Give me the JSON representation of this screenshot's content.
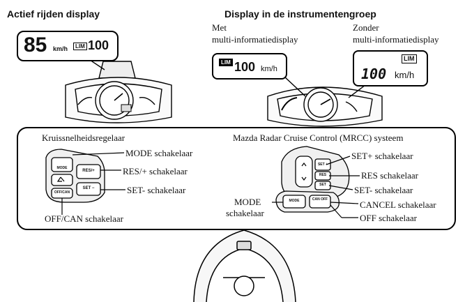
{
  "headings": {
    "active_display": "Actief rijden display",
    "cluster_display": "Display in de instrumentengroep",
    "with_mid_1": "Met",
    "with_mid_2": "multi-informatiedisplay",
    "without_mid_1": "Zonder",
    "without_mid_2": "multi-informatiedisplay"
  },
  "hud": {
    "speed": "85",
    "unit": "km/h",
    "lim": "LIM",
    "set_speed": "100"
  },
  "mid_display": {
    "lim": "LIM",
    "speed": "100",
    "unit": "km/h"
  },
  "seg_display": {
    "lim": "LIM",
    "speed": "100",
    "unit": "km/h"
  },
  "left_panel": {
    "title": "Kruissnelheidsregelaar",
    "mode": "MODE schakelaar",
    "res": "RES/+ schakelaar",
    "set": "SET- schakelaar",
    "offcan": "OFF/CAN schakelaar",
    "btn_mode": "MODE",
    "btn_res": "RES/+",
    "btn_set": "SET −",
    "btn_offcan": "OFF/CAN"
  },
  "right_panel": {
    "title": "Mazda Radar Cruise Control (MRCC) systeem",
    "set_plus": "SET+ schakelaar",
    "res": "RES schakelaar",
    "set_minus": "SET- schakelaar",
    "mode_1": "MODE",
    "mode_2": "schakelaar",
    "cancel": "CANCEL schakelaar",
    "off": "OFF schakelaar",
    "btn_set_plus": "SET +",
    "btn_res": "RES",
    "btn_set": "SET",
    "btn_mode": "MODE",
    "btn_can": "CAN OFF"
  }
}
